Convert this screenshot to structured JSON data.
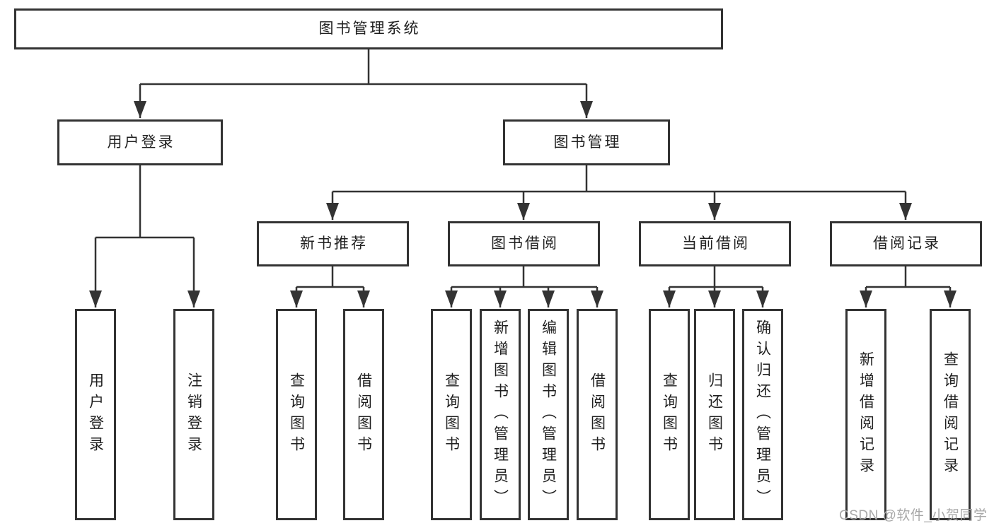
{
  "diagram": {
    "colors": {
      "line": "#333333",
      "box_border": "#333333",
      "text": "#1f1f1f",
      "watermark": "#a8a8a8",
      "background": "#ffffff"
    },
    "tree": {
      "label": "图书管理系统",
      "children": [
        {
          "label": "用户登录",
          "children": [
            {
              "label": "用户登录"
            },
            {
              "label": "注销登录"
            }
          ]
        },
        {
          "label": "图书管理",
          "children": [
            {
              "label": "新书推荐",
              "children": [
                {
                  "label": "查询图书"
                },
                {
                  "label": "借阅图书"
                }
              ]
            },
            {
              "label": "图书借阅",
              "children": [
                {
                  "label": "查询图书"
                },
                {
                  "label": "新增图书（管理员）"
                },
                {
                  "label": "编辑图书（管理员）"
                },
                {
                  "label": "借阅图书"
                }
              ]
            },
            {
              "label": "当前借阅",
              "children": [
                {
                  "label": "查询图书"
                },
                {
                  "label": "归还图书"
                },
                {
                  "label": "确认归还（管理员）"
                }
              ]
            },
            {
              "label": "借阅记录",
              "children": [
                {
                  "label": "新增借阅记录"
                },
                {
                  "label": "查询借阅记录"
                }
              ]
            }
          ]
        }
      ]
    },
    "watermark": "CSDN @软件_小贺同学"
  }
}
